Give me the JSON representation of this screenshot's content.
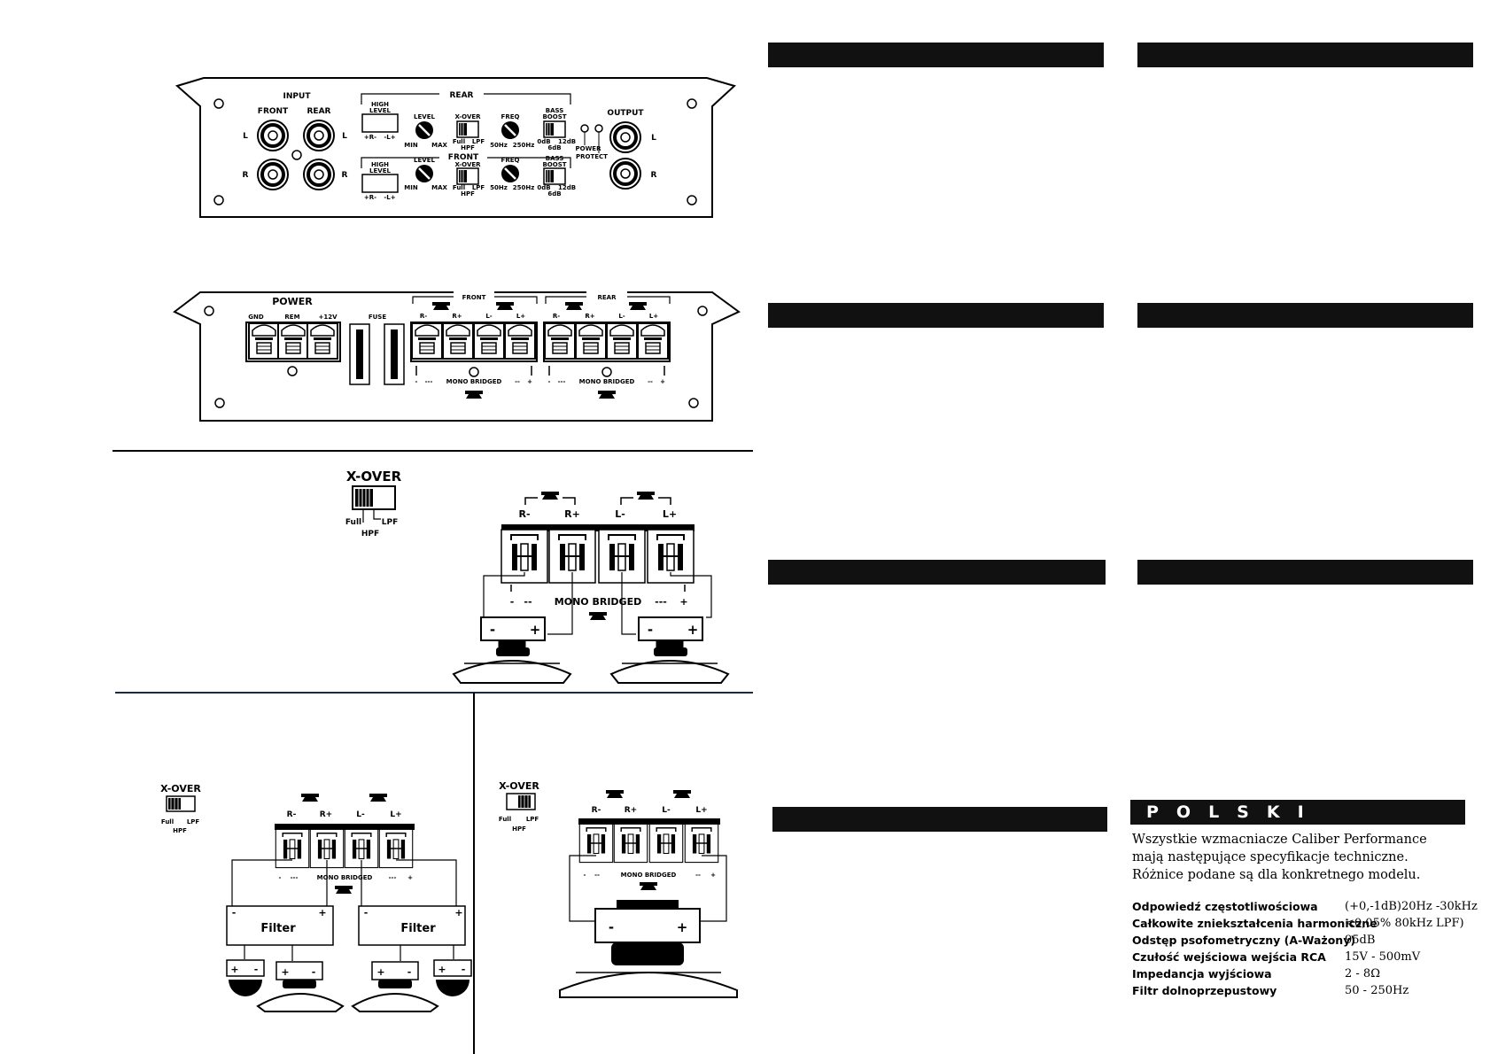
{
  "top_panel": {
    "input": "INPUT",
    "front": "FRONT",
    "rear": "REAR",
    "rear_section": "REAR",
    "front_section": "FRONT",
    "L": "L",
    "R": "R",
    "high_level": "HIGH LEVEL",
    "high_level_a": "HIGH",
    "high_level_b": "LEVEL",
    "rl": "+R-",
    "ll": "-L+",
    "level": "LEVEL",
    "min": "MIN",
    "max": "MAX",
    "xover": "X-OVER",
    "full": "Full",
    "lpf": "LPF",
    "hpf": "HPF",
    "freq": "FREQ",
    "hz50": "50Hz",
    "hz250": "250Hz",
    "bass": "BASS",
    "boost": "BOOST",
    "db0": "0dB",
    "db6": "6dB",
    "db12": "12dB",
    "power": "POWER",
    "protect": "PROTECT",
    "output": "OUTPUT"
  },
  "power_panel": {
    "power": "POWER",
    "gnd": "GND",
    "rem": "REM",
    "v12": "+12V",
    "fuse": "FUSE",
    "front": "FRONT",
    "rear": "REAR",
    "rminus": "R-",
    "rplus": "R+",
    "lminus": "L-",
    "lplus": "L+",
    "mono": "MONO BRIDGED",
    "minus": "-",
    "plus": "+",
    "dash2": "--",
    "dash3": "---"
  },
  "bridge": {
    "xover": "X-OVER",
    "full": "Full",
    "lpf": "LPF",
    "hpf": "HPF",
    "rminus": "R-",
    "rplus": "R+",
    "lminus": "L-",
    "lplus": "L+",
    "mono": "MONO BRIDGED",
    "minus": "-",
    "plus": "+",
    "dash2": "--",
    "dash3": "---"
  },
  "filter_diagram": {
    "xover": "X-OVER",
    "full": "Full",
    "lpf": "LPF",
    "hpf": "HPF",
    "rminus": "R-",
    "rplus": "R+",
    "lminus": "L-",
    "lplus": "L+",
    "mono": "MONO BRIDGED",
    "filter": "Filter",
    "minus": "-",
    "plus": "+",
    "dash3": "---"
  },
  "sub_diagram": {
    "xover": "X-OVER",
    "full": "Full",
    "lpf": "LPF",
    "hpf": "HPF",
    "rminus": "R-",
    "rplus": "R+",
    "lminus": "L-",
    "lplus": "L+",
    "mono": "MONO BRIDGED",
    "minus": "-",
    "plus": "+",
    "dash2": "--"
  },
  "polski": {
    "heading": "POLSKI",
    "intro": [
      "Wszystkie wzmacniacze Caliber Performance",
      "mają następujące specyfikacje techniczne.",
      "Różnice podane są dla konkretnego modelu."
    ],
    "specs": [
      {
        "label": "Odpowiedź częstotliwościowa",
        "value": "(+0,-1dB)20Hz -30kHz"
      },
      {
        "label": "Całkowite zniekształcenia harmoniczne",
        "value": "<0,05% 80kHz LPF)"
      },
      {
        "label": "Odstęp psofometryczny (A-Ważony)",
        "value": "95dB"
      },
      {
        "label": "Czułość wejściowa wejścia RCA",
        "value": "15V - 500mV"
      },
      {
        "label": "Impedancja wyjściowa",
        "value": "2 - 8Ω"
      },
      {
        "label": "Filtr dolnoprzepustowy",
        "value": "50 - 250Hz"
      }
    ]
  }
}
